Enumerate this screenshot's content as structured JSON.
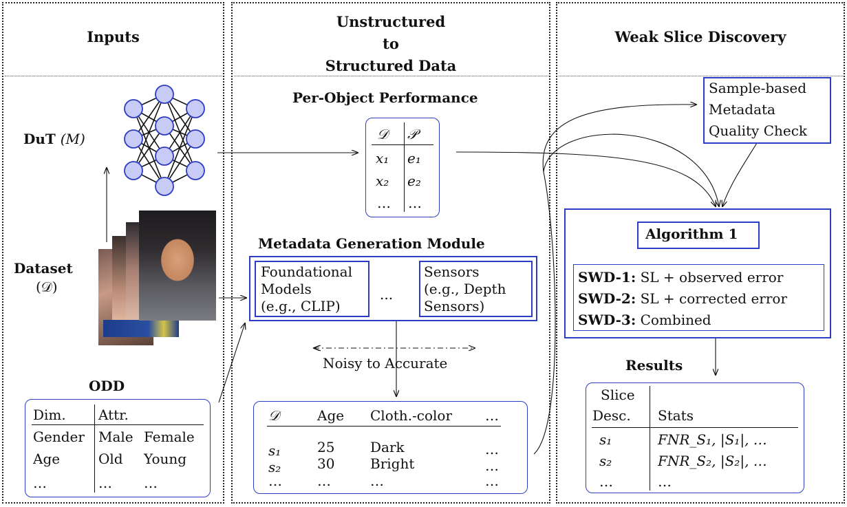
{
  "columns": {
    "inputs_header": "Inputs",
    "unstructured_header": [
      "Unstructured",
      "to",
      "Structured Data"
    ],
    "wsd_header": "Weak Slice Discovery"
  },
  "inputs": {
    "dut_label": "DuT",
    "dut_symbol": "(M)",
    "dataset_label": "Dataset",
    "dataset_symbol": "(𝒟)",
    "odd": {
      "title": "ODD",
      "headers": [
        "Dim.",
        "Attr."
      ],
      "rows": [
        [
          "Gender",
          "Male",
          "Female"
        ],
        [
          "Age",
          "Old",
          "Young"
        ],
        [
          "…",
          "…",
          "…"
        ]
      ]
    }
  },
  "middle": {
    "per_object_title": "Per-Object Performance",
    "per_object_table": {
      "headers": [
        "𝒟",
        "𝒫"
      ],
      "rows": [
        [
          "x₁",
          "e₁"
        ],
        [
          "x₂",
          "e₂"
        ],
        [
          "…",
          "…"
        ]
      ]
    },
    "metadata_title": "Metadata Generation Module",
    "foundational_box": [
      "Foundational",
      "Models",
      "(e.g., CLIP)"
    ],
    "ellipsis": "...",
    "sensors_box": [
      "Sensors",
      "(e.g., Depth",
      "Sensors)"
    ],
    "noisy_label": "Noisy to Accurate",
    "metadata_table": {
      "headers": [
        "𝒟",
        "Age",
        "Cloth.-color",
        "…"
      ],
      "rows": [
        [
          "s₁",
          "25",
          "Dark",
          "…"
        ],
        [
          "s₂",
          "30",
          "Bright",
          "…"
        ],
        [
          "…",
          "…",
          "…",
          "…"
        ]
      ]
    }
  },
  "right": {
    "quality_check": [
      "Sample-based",
      "Metadata",
      "Quality Check"
    ],
    "algorithm_title": "Algorithm 1",
    "swd": [
      {
        "tag": "SWD-1:",
        "text": "SL + observed error"
      },
      {
        "tag": "SWD-2:",
        "text": "SL + corrected error"
      },
      {
        "tag": "SWD-3:",
        "text": "Combined"
      }
    ],
    "results_title": "Results",
    "results_table": {
      "header_col1": [
        "Slice",
        "Desc."
      ],
      "header_col2": "Stats",
      "rows": [
        [
          "s₁",
          "FNR_S₁, |S₁|, …"
        ],
        [
          "s₂",
          "FNR_S₂, |S₂|, …"
        ],
        [
          "…",
          "…"
        ]
      ]
    }
  },
  "colors": {
    "blue": "#2a3cc6",
    "node_fill": "#c9cbf7"
  }
}
